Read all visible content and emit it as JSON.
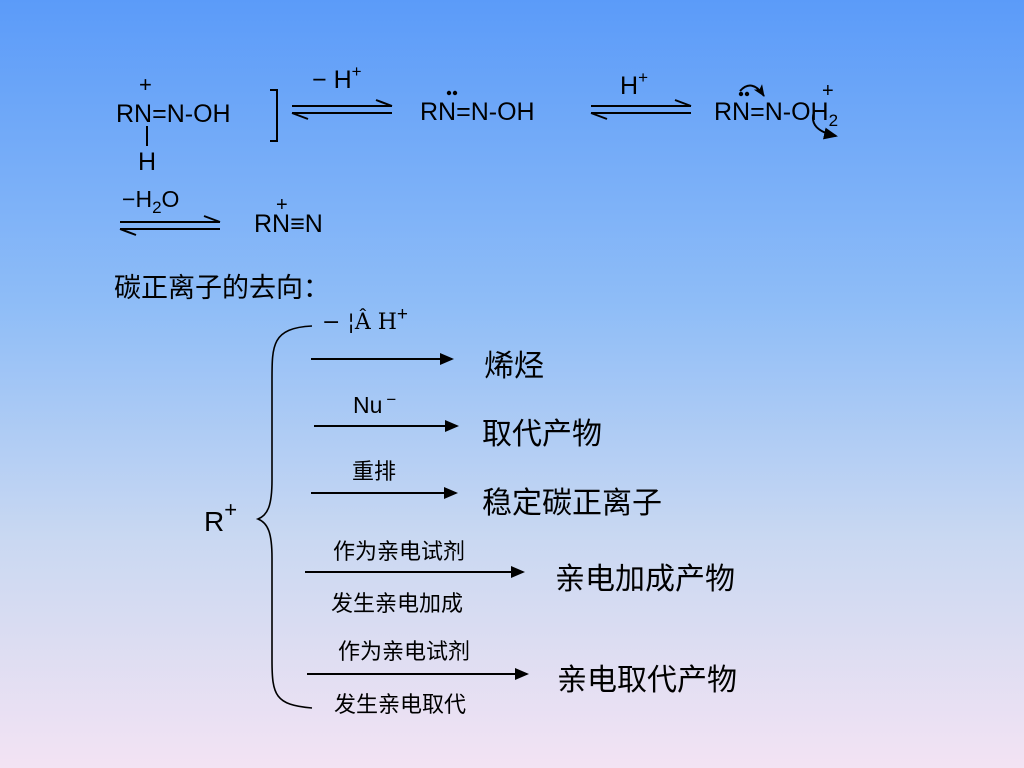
{
  "reaction": {
    "row1": {
      "species1": {
        "rn": "RN",
        "eq": "=",
        "n_oh": "N",
        "dash": "-",
        "oh": "OH",
        "plus": "+",
        "h": "H"
      },
      "arrow1_label": {
        "minus": "−",
        "h": "H",
        "plus": "+"
      },
      "species2": {
        "text": "RN=N-OH",
        "rn": "RN",
        "eq": "=",
        "n": "N",
        "dash": "-",
        "oh": "OH"
      },
      "arrow2_label": {
        "h": "H",
        "plus": "+"
      },
      "species3": {
        "rn": "RN",
        "eq": "=",
        "n": "N",
        "dash": "-",
        "oh": "OH",
        "h2": "2",
        "plus": "+"
      }
    },
    "row2": {
      "arrow_label": {
        "minus": "−",
        "h": "H",
        "sub": "2",
        "o": "O"
      },
      "product": {
        "rn": "RN",
        "triple": "≡",
        "n": "N",
        "plus": "+"
      }
    }
  },
  "section_title": "碳正离子的去向：",
  "carbocation": {
    "r": "R",
    "plus": "+"
  },
  "branches": [
    {
      "above": "− ¦Â H",
      "above_plus": "+",
      "product": "烯烃"
    },
    {
      "above": "Nu",
      "above_sup": "−",
      "product": "取代产物"
    },
    {
      "above": "重排",
      "product": "稳定碳正离子"
    },
    {
      "above": "作为亲电试剂",
      "below": "发生亲电加成",
      "product": "亲电加成产物"
    },
    {
      "above": "作为亲电试剂",
      "below": "发生亲电取代",
      "product": "亲电取代产物"
    }
  ],
  "colors": {
    "bg_top": "#5b9bf9",
    "bg_bottom": "#f3e3f3",
    "ink": "#000000"
  }
}
